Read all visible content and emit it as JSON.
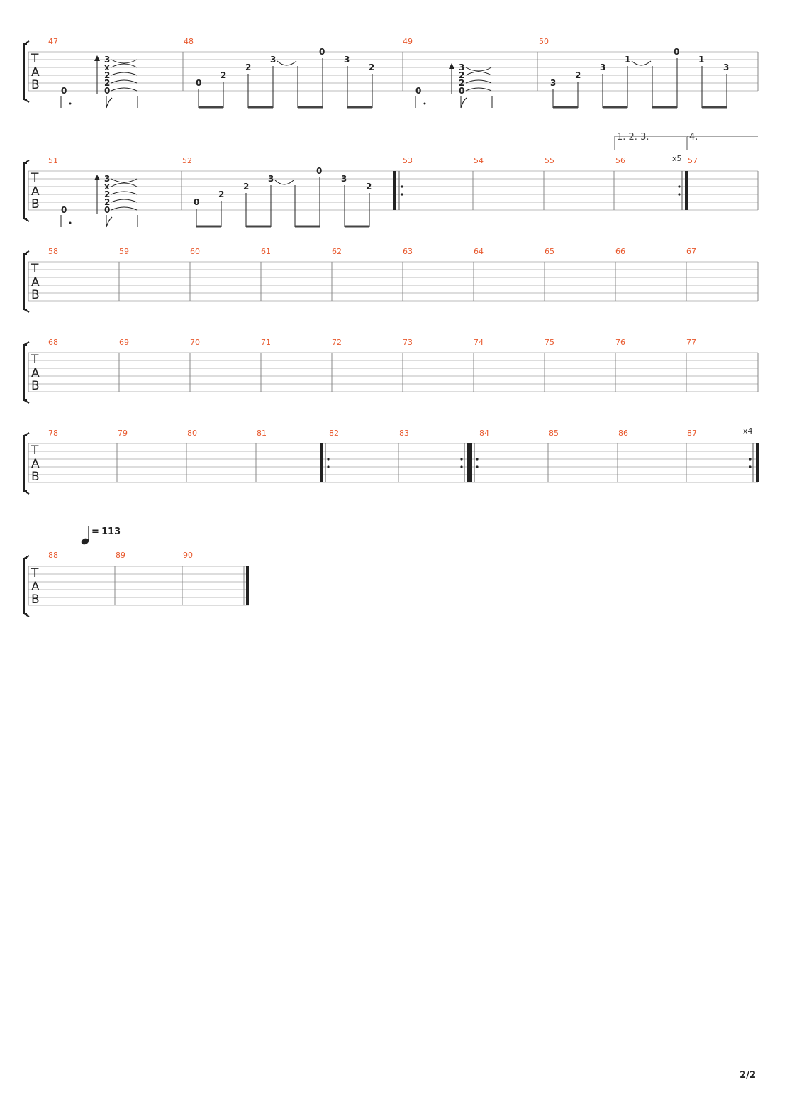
{
  "page_number": "2/2",
  "tempo": {
    "bpm_label": "113"
  },
  "tab_clef": [
    "T",
    "A",
    "B"
  ],
  "systems": [
    {
      "bars": [
        "47",
        "48",
        "49",
        "50"
      ]
    },
    {
      "bars": [
        "51",
        "52",
        "53",
        "54",
        "55",
        "56",
        "57"
      ],
      "volta": {
        "first": "1. 2. 3.",
        "second": "4."
      },
      "repeat_count": "x5"
    },
    {
      "bars": [
        "58",
        "59",
        "60",
        "61",
        "62",
        "63",
        "64",
        "65",
        "66",
        "67"
      ]
    },
    {
      "bars": [
        "68",
        "69",
        "70",
        "71",
        "72",
        "73",
        "74",
        "75",
        "76",
        "77"
      ]
    },
    {
      "bars": [
        "78",
        "79",
        "80",
        "81",
        "82",
        "83",
        "84",
        "85",
        "86",
        "87"
      ],
      "repeat_count": "x4"
    },
    {
      "bars": [
        "88",
        "89",
        "90"
      ]
    }
  ],
  "riff_a": {
    "bass_note": "0",
    "chord": [
      "3",
      "x",
      "2",
      "2",
      "0"
    ]
  },
  "riff_b": [
    "0",
    "2",
    "2",
    "3",
    "0",
    "3",
    "2"
  ],
  "riff_c": [
    "3",
    "2",
    "3",
    "1",
    "0",
    "1",
    "3"
  ]
}
